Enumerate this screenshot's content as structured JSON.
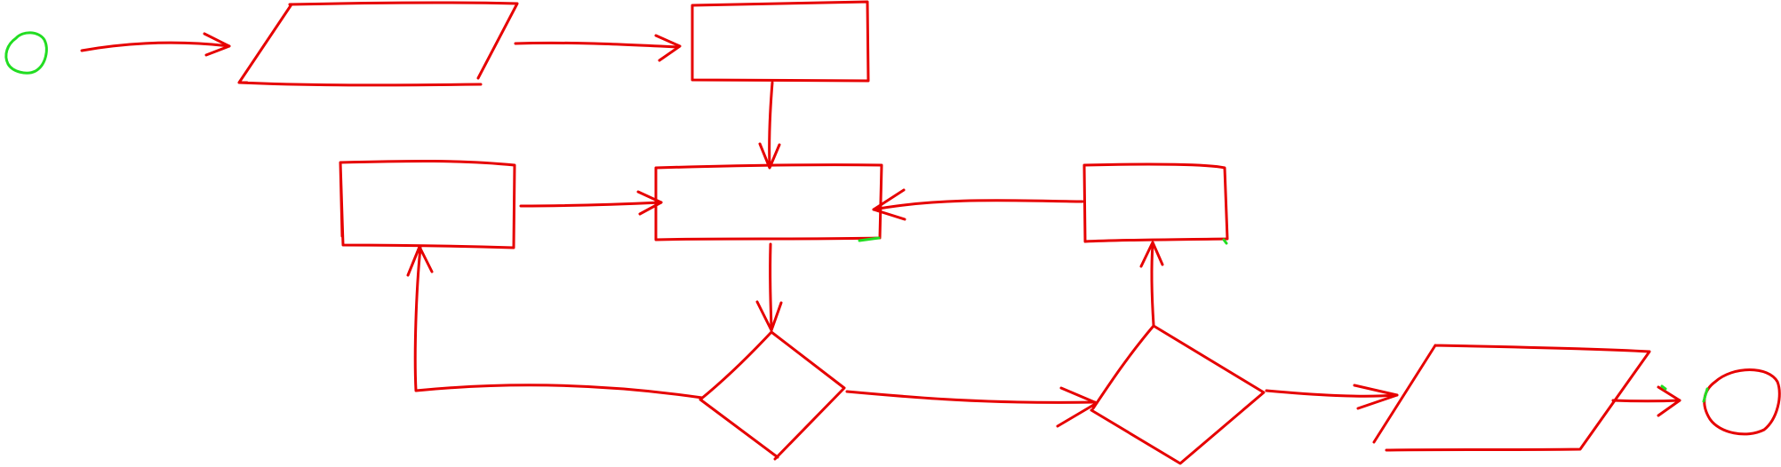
{
  "diagram": {
    "type": "hand-drawn flowchart",
    "colors": {
      "shape": "#e60000",
      "terminal": "#22dd22",
      "background": "#ffffff"
    },
    "nodes": [
      {
        "id": "start",
        "kind": "terminal",
        "label": ""
      },
      {
        "id": "input",
        "kind": "parallelogram",
        "label": ""
      },
      {
        "id": "process-1",
        "kind": "rectangle",
        "label": ""
      },
      {
        "id": "process-left",
        "kind": "rectangle",
        "label": ""
      },
      {
        "id": "process-center",
        "kind": "rectangle",
        "label": ""
      },
      {
        "id": "process-right",
        "kind": "rectangle",
        "label": ""
      },
      {
        "id": "decision-1",
        "kind": "diamond",
        "label": ""
      },
      {
        "id": "decision-2",
        "kind": "diamond",
        "label": ""
      },
      {
        "id": "output",
        "kind": "parallelogram",
        "label": ""
      },
      {
        "id": "end",
        "kind": "terminal",
        "label": ""
      }
    ],
    "edges": [
      {
        "from": "start",
        "to": "input"
      },
      {
        "from": "input",
        "to": "process-1"
      },
      {
        "from": "process-1",
        "to": "process-center"
      },
      {
        "from": "process-left",
        "to": "process-center"
      },
      {
        "from": "process-right",
        "to": "process-center"
      },
      {
        "from": "process-center",
        "to": "decision-1"
      },
      {
        "from": "decision-1",
        "to": "process-left"
      },
      {
        "from": "decision-1",
        "to": "decision-2"
      },
      {
        "from": "decision-2",
        "to": "process-right"
      },
      {
        "from": "decision-2",
        "to": "output"
      },
      {
        "from": "output",
        "to": "end"
      }
    ]
  }
}
